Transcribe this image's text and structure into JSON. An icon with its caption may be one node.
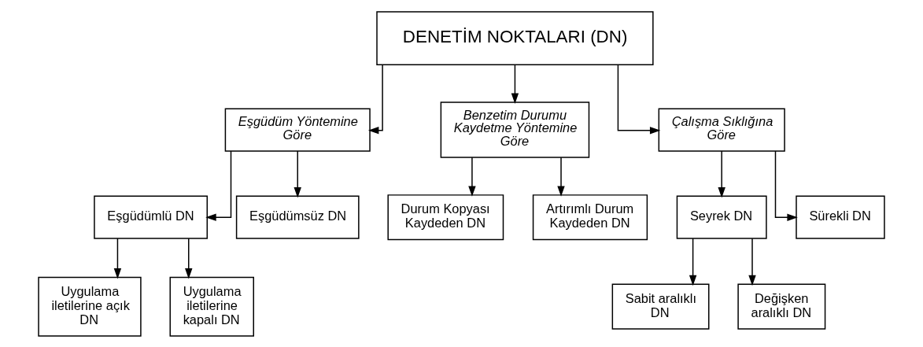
{
  "diagram": {
    "nodes": [
      {
        "text": [
          "DENETİM NOKTALARI (DN)"
        ]
      },
      {
        "text": [
          "Eşgüdüm Yöntemine Göre"
        ]
      },
      {
        "text": [
          "Benzetim Durumu Kaydetme Yöntemine Göre"
        ]
      },
      {
        "text": [
          "Çalışma Sıklığına Göre"
        ]
      },
      {
        "text": [
          "Eşgüdümlü DN"
        ]
      },
      {
        "text": [
          "Eşgüdümsüz DN"
        ]
      },
      {
        "text": [
          "Durum Kopyası Kaydeden DN"
        ]
      },
      {
        "text": [
          "Artırımlı Durum Kaydeden DN"
        ]
      },
      {
        "text": [
          "Seyrek DN"
        ]
      },
      {
        "text": [
          "Sürekli DN"
        ]
      },
      {
        "text": [
          "Uygulama iletilerine açık DN"
        ]
      },
      {
        "text": [
          "Uygulama iletilerine kapalı DN"
        ]
      },
      {
        "text": [
          "Sabit aralıklı DN"
        ]
      },
      {
        "text": [
          "Değişken aralıklı DN"
        ]
      }
    ],
    "edges": [
      {
        "from": 0,
        "to": 1,
        "arrow": "to"
      },
      {
        "from": 0,
        "to": 2,
        "arrow": "to"
      },
      {
        "from": 0,
        "to": 3,
        "arrow": "to"
      },
      {
        "from": 1,
        "to": 4,
        "arrow": "to"
      },
      {
        "from": 1,
        "to": 5,
        "arrow": "to"
      },
      {
        "from": 2,
        "to": 6,
        "arrow": "to"
      },
      {
        "from": 2,
        "to": 7,
        "arrow": "to"
      },
      {
        "from": 3,
        "to": 8,
        "arrow": "to"
      },
      {
        "from": 3,
        "to": 9,
        "arrow": "to"
      },
      {
        "from": 4,
        "to": 10,
        "arrow": "to"
      },
      {
        "from": 4,
        "to": 11,
        "arrow": "to"
      },
      {
        "from": 8,
        "to": 12,
        "arrow": "to"
      },
      {
        "from": 8,
        "to": 13,
        "arrow": "to"
      }
    ]
  }
}
